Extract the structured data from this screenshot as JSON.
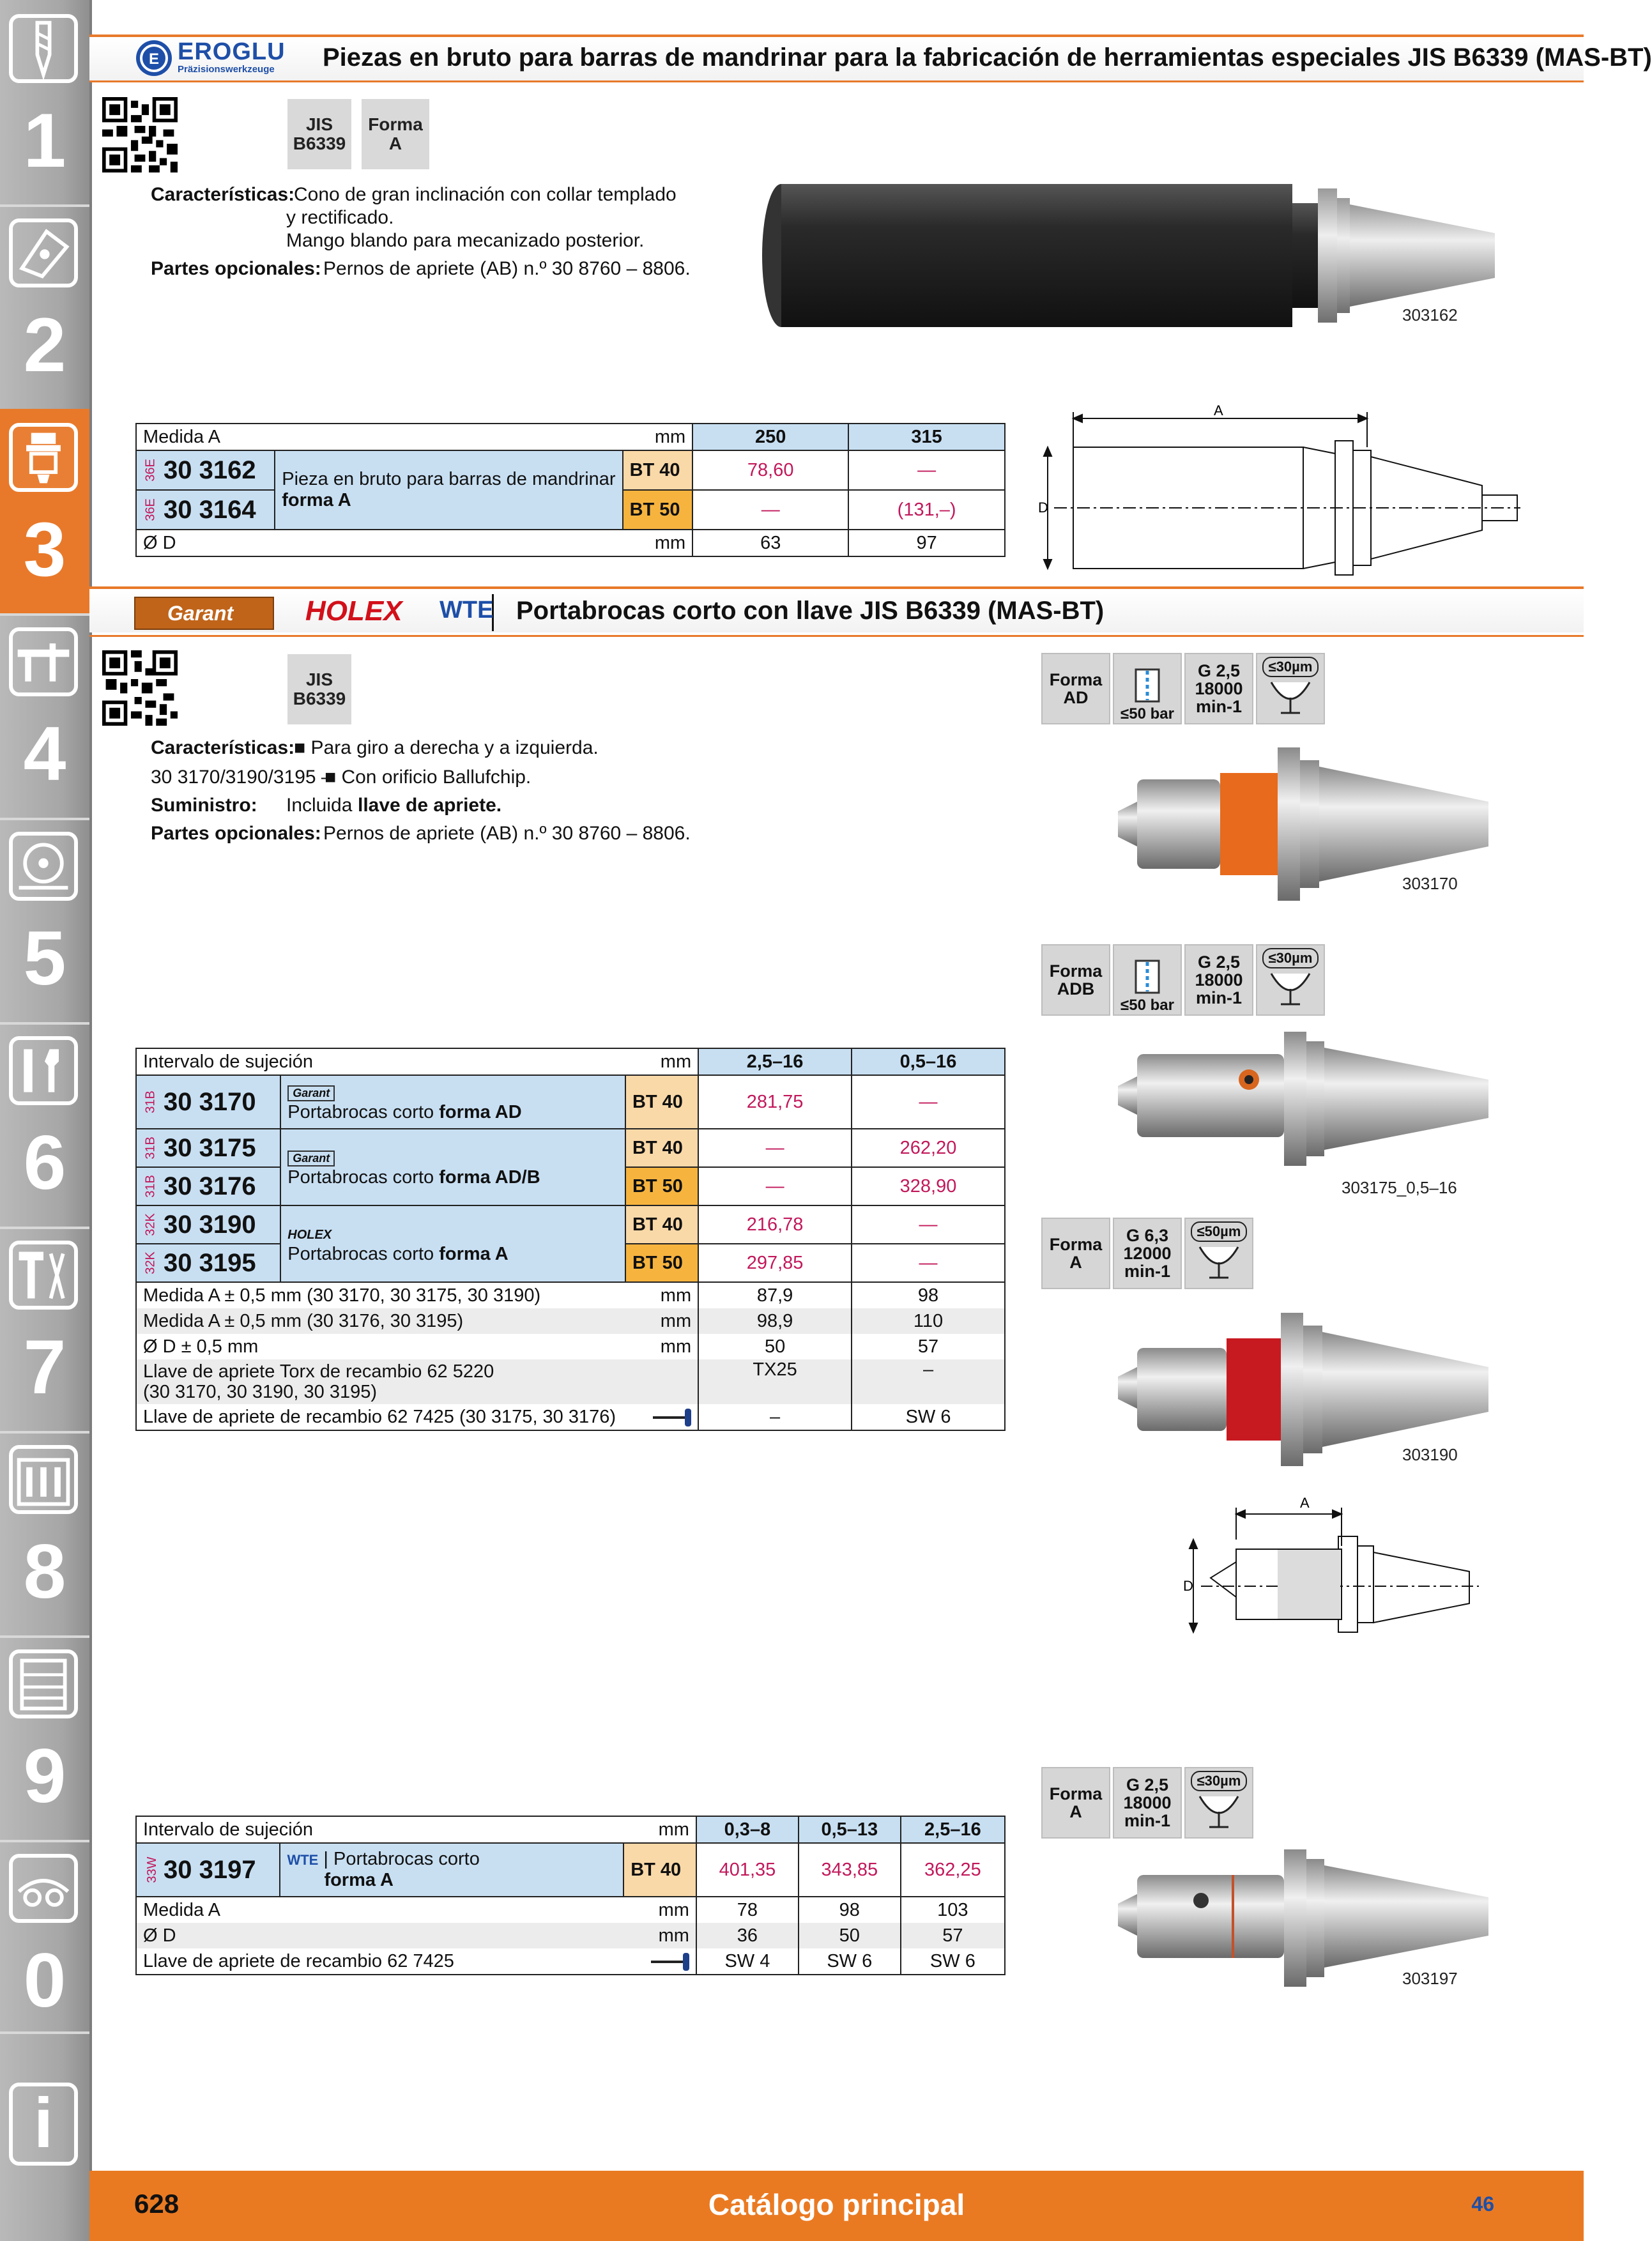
{
  "sidebar": {
    "chapters": [
      {
        "num": "1",
        "icon": "drill-icon"
      },
      {
        "num": "2",
        "icon": "insert-icon"
      },
      {
        "num": "3",
        "icon": "toolholder-icon"
      },
      {
        "num": "4",
        "icon": "caliper-icon"
      },
      {
        "num": "5",
        "icon": "grinding-disc-icon"
      },
      {
        "num": "6",
        "icon": "wrench-icon"
      },
      {
        "num": "7",
        "icon": "pliers-icon"
      },
      {
        "num": "8",
        "icon": "workshop-icon"
      },
      {
        "num": "9",
        "icon": "cabinet-icon"
      },
      {
        "num": "0",
        "icon": "safety-icon"
      },
      {
        "num": "i",
        "icon": "info-icon"
      }
    ],
    "active": "3"
  },
  "section1": {
    "brand": "EROGLU",
    "brand_sub": "Präzisionswerkzeuge",
    "title": "Piezas en bruto para barras de mandrinar para la fabricación de herramientas especiales JIS B6339 (MAS-BT)",
    "norm1": [
      "JIS",
      "B6339"
    ],
    "norm2": [
      "Forma",
      "A"
    ],
    "features_label": "Características:",
    "features_l1": "Cono de gran inclinación con collar templado",
    "features_l2": "y rectificado.",
    "features_l3": "Mango blando para mecanizado posterior.",
    "optional_label": "Partes opcionales:",
    "optional_text": "Pernos de apriete (AB) n.º 30 8760 – 8806.",
    "photo_caption": "303162",
    "dim_a": "A",
    "dim_d": "D",
    "table": {
      "head_label": "Medida A",
      "head_unit": "mm",
      "col1": "250",
      "col2": "315",
      "rows": [
        {
          "grp": "36E",
          "art": "30 3162",
          "bt": "BT 40",
          "v1": "78,60",
          "v2": "—"
        },
        {
          "grp": "36E",
          "art": "30 3164",
          "bt": "BT 50",
          "v1": "—",
          "v2": "(131,–)"
        }
      ],
      "desc_l1": "Pieza en bruto para barras de mandrinar",
      "desc_l2": "forma A",
      "foot_label": "Ø D",
      "foot_unit": "mm",
      "foot_v1": "63",
      "foot_v2": "97"
    }
  },
  "section2": {
    "brand1": "Garant",
    "brand2": "HOLEX",
    "brand3": "WTE",
    "title": "Portabrocas corto con llave JIS B6339 (MAS-BT)",
    "norm1": [
      "JIS",
      "B6339"
    ],
    "features_label": "Características:",
    "features_text": "■ Para giro a derecha y a izquierda.",
    "variant_prefix": "30 3170/3190/3195 –",
    "variant_text": "■ Con orificio Ballufchip.",
    "delivery_label": "Suministro:",
    "delivery_text": "Incluida",
    "delivery_bold": "llave de apriete.",
    "optional_label": "Partes opcionales:",
    "optional_text": "Pernos de apriete (AB) n.º 30 8760 – 8806.",
    "pict_ad": {
      "forma": [
        "Forma",
        "AD"
      ],
      "bar": "≤50 bar",
      "g": [
        "G 2,5",
        "18000",
        "min-1"
      ],
      "runout": "≤30µm"
    },
    "pict_adb": {
      "forma": [
        "Forma",
        "ADB"
      ],
      "bar": "≤50 bar",
      "g": [
        "G 2,5",
        "18000",
        "min-1"
      ],
      "runout": "≤30µm"
    },
    "pict_a": {
      "forma": [
        "Forma",
        "A"
      ],
      "g": [
        "G 6,3",
        "12000",
        "min-1"
      ],
      "runout": "≤50µm"
    },
    "pict_wte": {
      "forma": [
        "Forma",
        "A"
      ],
      "g": [
        "G 2,5",
        "18000",
        "min-1"
      ],
      "runout": "≤30µm"
    },
    "captions": [
      "303170",
      "303175_0,5–16",
      "303190",
      "303197"
    ],
    "dim_a": "A",
    "dim_d": "D",
    "table": {
      "head_label": "Intervalo de sujeción",
      "head_unit": "mm",
      "col1": "2,5–16",
      "col2": "0,5–16",
      "rows": [
        {
          "grp": "31B",
          "art": "30 3170",
          "bt": "BT 40",
          "v1": "281,75",
          "v2": "—"
        },
        {
          "grp": "31B",
          "art": "30 3175",
          "bt": "BT 40",
          "v1": "—",
          "v2": "262,20"
        },
        {
          "grp": "31B",
          "art": "30 3176",
          "bt": "BT 50",
          "v1": "—",
          "v2": "328,90"
        },
        {
          "grp": "32K",
          "art": "30 3190",
          "bt": "BT 40",
          "v1": "216,78",
          "v2": "—"
        },
        {
          "grp": "32K",
          "art": "30 3195",
          "bt": "BT 50",
          "v1": "297,85",
          "v2": "—"
        }
      ],
      "desc_ad_pre": "Portabrocas corto",
      "desc_ad_bold": "forma AD",
      "desc_adb_pre": "Portabrocas corto",
      "desc_adb_bold": "forma AD/B",
      "desc_a_pre": "Portabrocas corto",
      "desc_a_bold": "forma A",
      "brand_garant": "Garant",
      "brand_holex": "HOLEX",
      "specs": [
        {
          "label": "Medida A ± 0,5 mm (30 3170, 30 3175, 30 3190)",
          "unit": "mm",
          "v1": "87,9",
          "v2": "98"
        },
        {
          "label": "Medida A ± 0,5 mm (30 3176, 30 3195)",
          "unit": "mm",
          "v1": "98,9",
          "v2": "110"
        },
        {
          "label": "Ø D ± 0,5 mm",
          "unit": "mm",
          "v1": "50",
          "v2": "57"
        }
      ],
      "torx_l1": "Llave de apriete Torx de recambio 62 5220",
      "torx_l2": "(30 3170, 30 3190, 30 3195)",
      "torx_v1": "TX25",
      "torx_v2": "–",
      "key_label": "Llave de apriete de recambio 62 7425 (30 3175, 30 3176)",
      "key_v1": "–",
      "key_v2": "SW 6"
    },
    "table2": {
      "head_label": "Intervalo de sujeción",
      "head_unit": "mm",
      "col1": "0,3–8",
      "col2": "0,5–13",
      "col3": "2,5–16",
      "grp": "33W",
      "art": "30 3197",
      "brand": "WTE",
      "desc_l1": "Portabrocas corto",
      "desc_l2": "forma A",
      "bt": "BT 40",
      "p1": "401,35",
      "p2": "343,85",
      "p3": "362,25",
      "specs": [
        {
          "label": "Medida A",
          "unit": "mm",
          "v1": "78",
          "v2": "98",
          "v3": "103"
        },
        {
          "label": "Ø D",
          "unit": "mm",
          "v1": "36",
          "v2": "50",
          "v3": "57"
        }
      ],
      "key_label": "Llave de apriete de recambio 62 7425",
      "key_v1": "SW 4",
      "key_v2": "SW 6",
      "key_v3": "SW 6"
    }
  },
  "footer": {
    "page": "628",
    "catalog": "Catálogo principal",
    "code": "46"
  }
}
